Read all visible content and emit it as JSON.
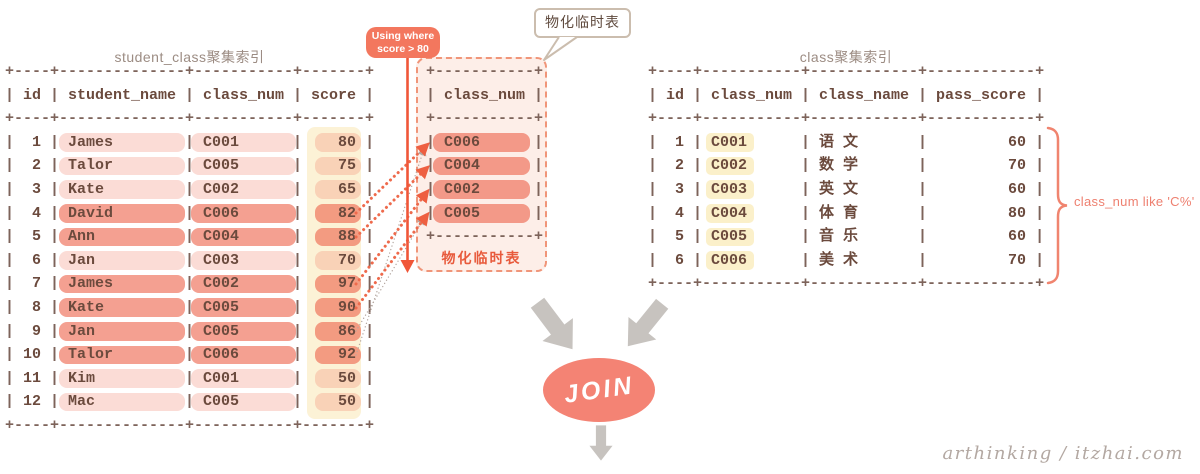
{
  "left_table": {
    "title": "student_class聚集索引",
    "columns": [
      "id",
      "student_name",
      "class_num",
      "score"
    ],
    "rows": [
      {
        "id": "1",
        "student_name": "James",
        "class_num": "C001",
        "score": "80",
        "filtered": false
      },
      {
        "id": "2",
        "student_name": "Talor",
        "class_num": "C005",
        "score": "75",
        "filtered": false
      },
      {
        "id": "3",
        "student_name": "Kate",
        "class_num": "C002",
        "score": "65",
        "filtered": false
      },
      {
        "id": "4",
        "student_name": "David",
        "class_num": "C006",
        "score": "82",
        "filtered": true
      },
      {
        "id": "5",
        "student_name": "Ann",
        "class_num": "C004",
        "score": "88",
        "filtered": true
      },
      {
        "id": "6",
        "student_name": "Jan",
        "class_num": "C003",
        "score": "70",
        "filtered": false
      },
      {
        "id": "7",
        "student_name": "James",
        "class_num": "C002",
        "score": "97",
        "filtered": true
      },
      {
        "id": "8",
        "student_name": "Kate",
        "class_num": "C005",
        "score": "90",
        "filtered": true
      },
      {
        "id": "9",
        "student_name": "Jan",
        "class_num": "C005",
        "score": "86",
        "filtered": true
      },
      {
        "id": "10",
        "student_name": "Talor",
        "class_num": "C006",
        "score": "92",
        "filtered": true
      },
      {
        "id": "11",
        "student_name": "Kim",
        "class_num": "C001",
        "score": "50",
        "filtered": false
      },
      {
        "id": "12",
        "student_name": "Mac",
        "class_num": "C005",
        "score": "50",
        "filtered": false
      }
    ]
  },
  "temp_table": {
    "badge_line1": "Using where",
    "badge_line2": "score > 80",
    "callout": "物化临时表",
    "column": "class_num",
    "rows": [
      "C006",
      "C004",
      "C002",
      "C005"
    ],
    "label": "物化临时表"
  },
  "right_table": {
    "title": "class聚集索引",
    "columns": [
      "id",
      "class_num",
      "class_name",
      "pass_score"
    ],
    "rows": [
      {
        "id": "1",
        "class_num": "C001",
        "class_name": "语 文",
        "pass_score": "60"
      },
      {
        "id": "2",
        "class_num": "C002",
        "class_name": "数 学",
        "pass_score": "70"
      },
      {
        "id": "3",
        "class_num": "C003",
        "class_name": "英 文",
        "pass_score": "60"
      },
      {
        "id": "4",
        "class_num": "C004",
        "class_name": "体 育",
        "pass_score": "80"
      },
      {
        "id": "5",
        "class_num": "C005",
        "class_name": "音 乐",
        "pass_score": "60"
      },
      {
        "id": "6",
        "class_num": "C006",
        "class_name": "美 术",
        "pass_score": "70"
      }
    ],
    "annotation": "class_num like 'C%'"
  },
  "join": {
    "label": "JOIN"
  },
  "watermark": "arthinking / itzhai.com",
  "colors": {
    "accent_salmon": "#f3775e",
    "pill_dark": "#f49f8f",
    "pill_light": "#fad9d2",
    "score_band": "#fcf2d6",
    "yellow_pill": "#fbf0ca",
    "temp_box_bg": "#fdeee8",
    "temp_box_border": "#f09579",
    "red_arrow": "#f05638",
    "dotted_arrow": "#ee6a4c",
    "gray_dotted": "#b4a7a0",
    "join_ellipse": "#f48374",
    "gray_block_arrow": "#c7c3bf",
    "table_text": "#6b4a3d",
    "bracket": "#ee8070"
  }
}
